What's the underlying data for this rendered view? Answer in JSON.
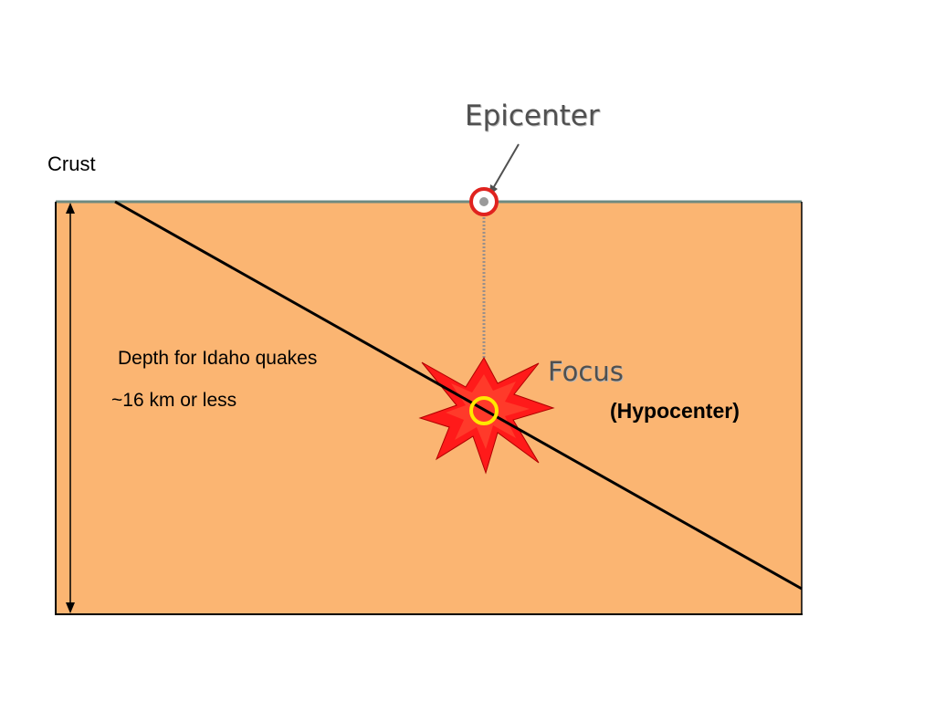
{
  "labels": {
    "crust": "Crust",
    "epicenter": "Epicenter",
    "focus": "Focus",
    "hypocenter": "(Hypocenter)",
    "depth_title": "Depth for Idaho quakes",
    "depth_value": "~16 km or less"
  },
  "colors": {
    "crust_fill": "#FBB572",
    "fault_line": "#000000",
    "burst": "#FF1A1A",
    "focus_ring": "#FFE800",
    "epicenter_ring": "#E0231F",
    "surface_line": "#6F8A80"
  },
  "icons": {
    "burst": "explosion-burst-icon",
    "epicenter": "target-ring-icon"
  }
}
